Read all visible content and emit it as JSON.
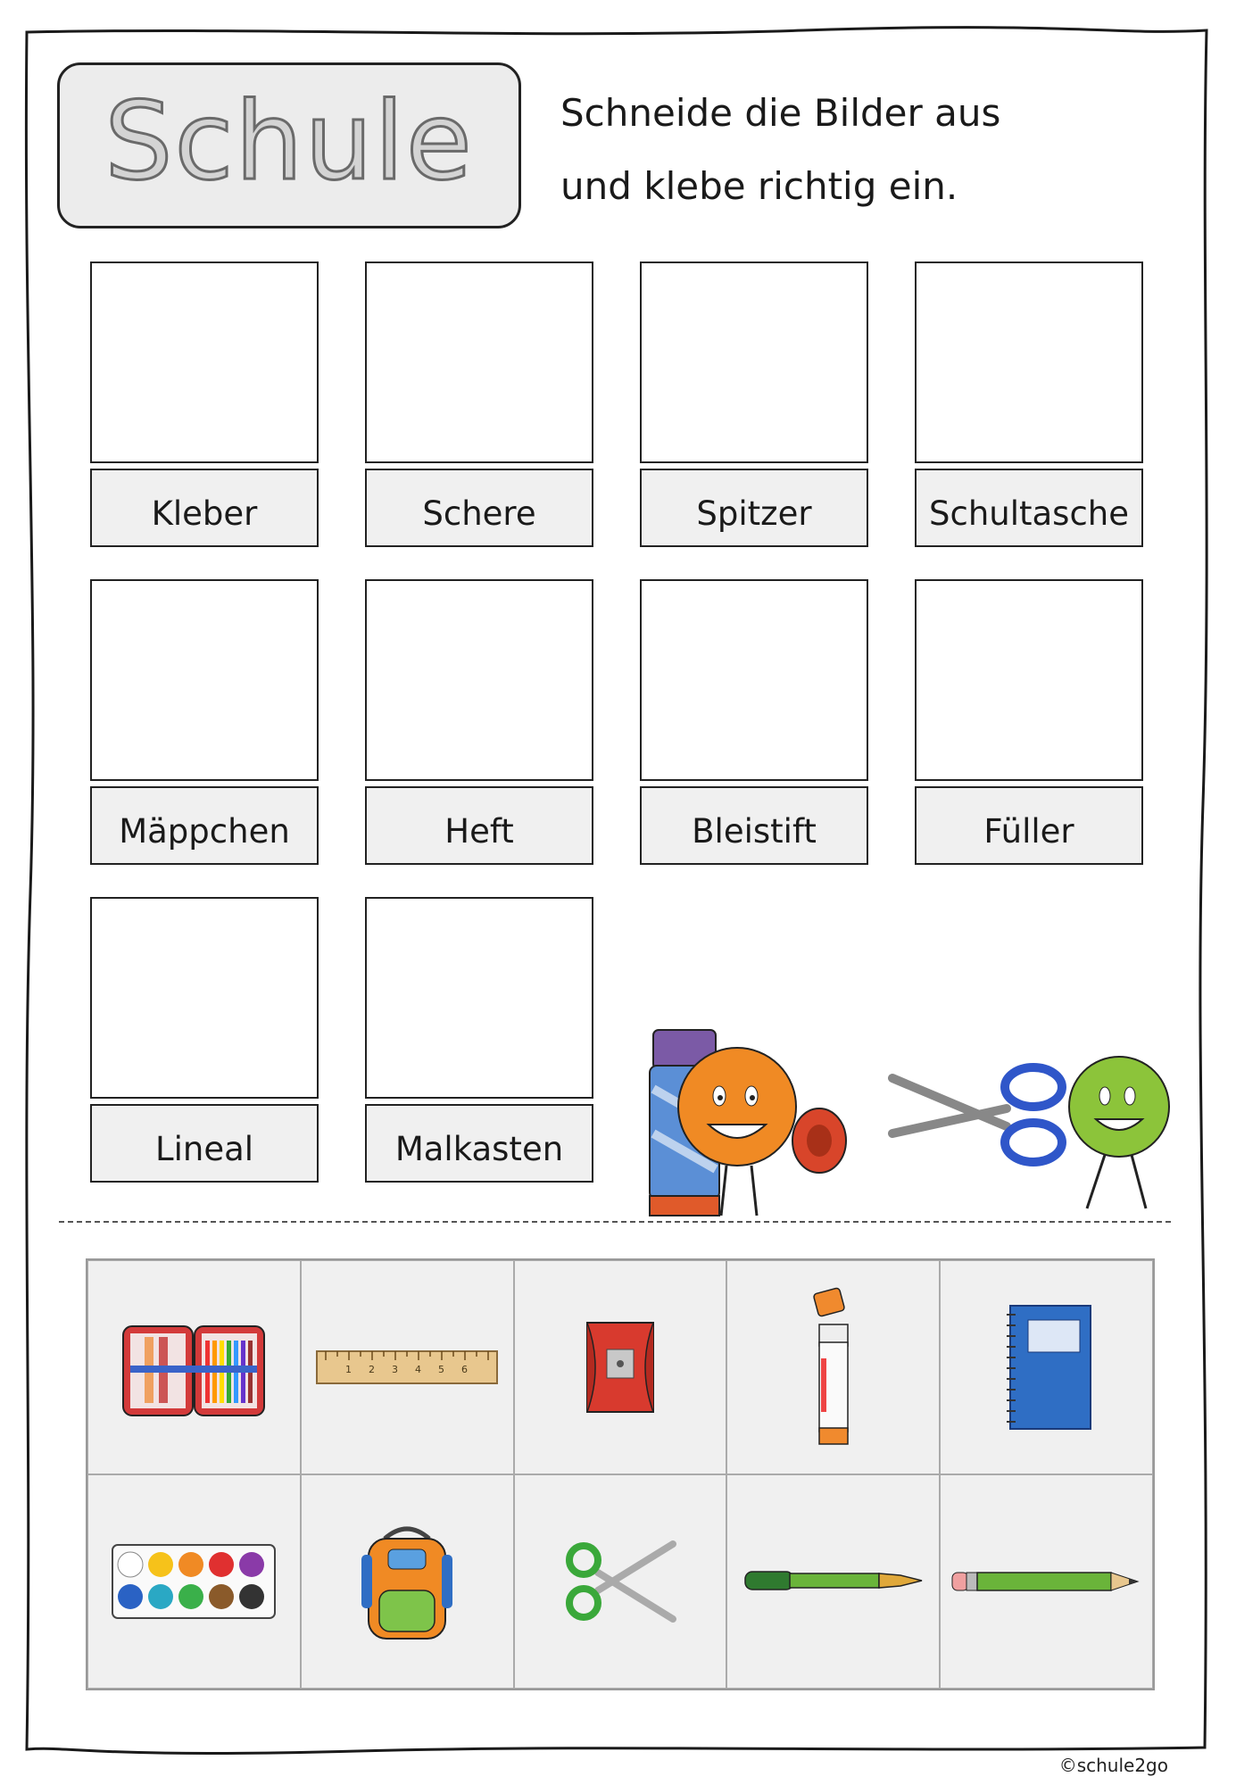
{
  "title": "Schule",
  "instructions": [
    "Schneide die Bilder aus",
    "und klebe richtig ein."
  ],
  "labels": [
    "Kleber",
    "Schere",
    "Spitzer",
    "Schultasche",
    "Mäppchen",
    "Heft",
    "Bleistift",
    "Füller",
    "Lineal",
    "Malkasten"
  ],
  "cutouts": [
    {
      "icon": "pencil-case-icon"
    },
    {
      "icon": "ruler-icon",
      "ticks": [
        "1",
        "2",
        "3",
        "4",
        "5",
        "6"
      ]
    },
    {
      "icon": "sharpener-icon"
    },
    {
      "icon": "glue-stick-icon"
    },
    {
      "icon": "notebook-icon"
    },
    {
      "icon": "paint-box-icon"
    },
    {
      "icon": "school-bag-icon"
    },
    {
      "icon": "scissors-icon"
    },
    {
      "icon": "fountain-pen-icon"
    },
    {
      "icon": "pencil-icon"
    }
  ],
  "copyright": "©schule2go",
  "colors": {
    "label_bg": "#f0f0f0",
    "grid_bg": "#f0f0f0",
    "border": "#222222"
  }
}
